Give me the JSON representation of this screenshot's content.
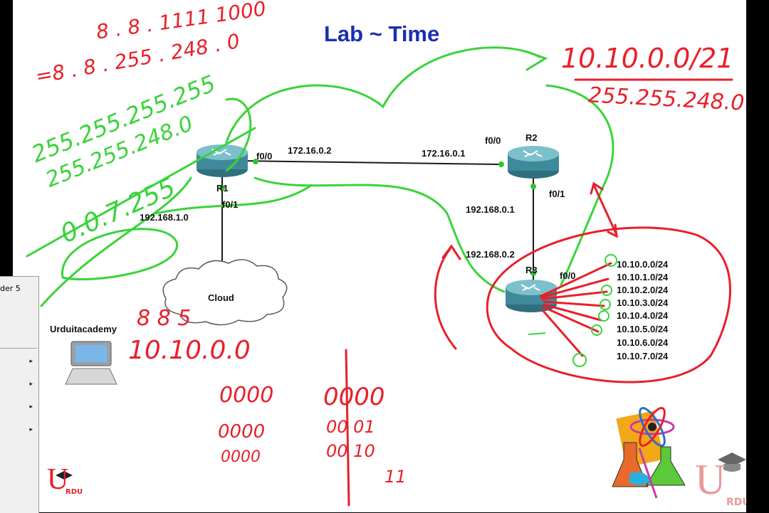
{
  "slide": {
    "title": "Lab ~ Time",
    "brand_left": "U",
    "brand_left_sub": "RDU",
    "brand_right": "U",
    "brand_right_sub": "RDU"
  },
  "topology": {
    "r1": {
      "name": "R1",
      "f00": "f0/0",
      "f01": "f0/1",
      "ip_f00": "172.16.0.2",
      "lan": "192.168.1.0"
    },
    "r2": {
      "name": "R2",
      "f00": "f0/0",
      "f01": "f0/1",
      "ip_f00": "172.16.0.1",
      "ip_f01": "192.168.0.1"
    },
    "r3": {
      "name": "R3",
      "f00": "f0/0",
      "ip": "192.168.0.2"
    },
    "cloud": {
      "label": "Cloud"
    },
    "pc": {
      "label": "Urduitacademy"
    },
    "subnets": [
      "10.10.0.0/24",
      "10.10.1.0/24",
      "10.10.2.0/24",
      "10.10.3.0/24",
      "10.10.4.0/24",
      "10.10.5.0/24",
      "10.10.6.0/24",
      "10.10.7.0/24"
    ]
  },
  "annotations": {
    "red_top": "8 . 8 . 1111 1000",
    "red_mask1": "=8 . 8 . 255 . 248 . 0",
    "red_summary": "10.10.0.0/21",
    "red_summary_mask": "255.255.248.0",
    "green_a": "255.255.255.255",
    "green_b": "255.255.248.0",
    "green_c": "0.0.7.255",
    "red_888": "8   8   5",
    "red_ip": "10.10.0.0",
    "bin_row1_left": "0000",
    "bin_row1_right": "0000",
    "bin_row2_left": "0000",
    "bin_row2_right": "00 01",
    "bin_row3_left": "0000",
    "bin_row3_right": "00 10",
    "bin_row4_right": "11"
  },
  "menu": {
    "top_label": "der 5",
    "arrow": "▸"
  },
  "colors": {
    "title": "#1a2fb0",
    "red_ink": "#e8202a",
    "green_ink": "#3ad33a",
    "link": "#1a1a1a",
    "router": "#3f8a9a"
  }
}
